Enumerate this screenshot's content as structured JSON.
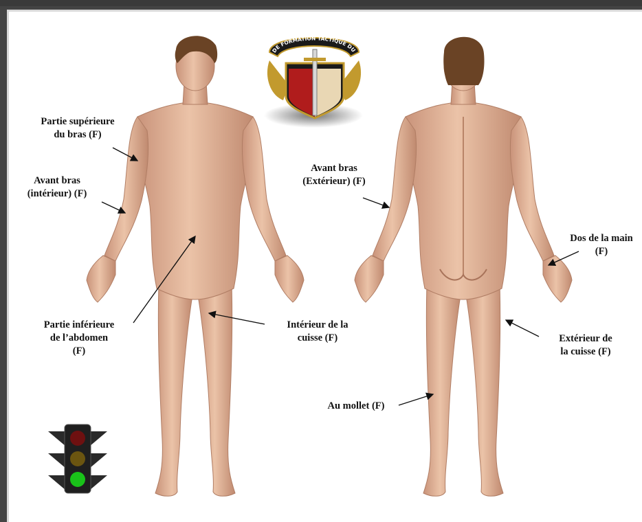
{
  "logo": {
    "ring_text": "CENTRE DE FORMATION TACTIQUE DU QUÉBEC"
  },
  "labels": {
    "upper_arm": [
      "Partie supérieure",
      "du bras (F)"
    ],
    "forearm_inner": [
      "Avant bras",
      "(intérieur) (F)"
    ],
    "lower_abdomen": [
      "Partie inférieure",
      "de l’abdomen",
      "(F)"
    ],
    "inner_thigh": [
      "Intérieur de la",
      "cuisse (F)"
    ],
    "forearm_outer": [
      "Avant bras",
      "(Extérieur) (F)"
    ],
    "back_of_hand": [
      "Dos de la main",
      "(F)"
    ],
    "outer_thigh": [
      "Extérieur de",
      "la cuisse (F)"
    ],
    "calf": "Au mollet (F)"
  },
  "traffic_light": {
    "active": "green",
    "colors": {
      "red": "#6e1010",
      "amber": "#6b5510",
      "green": "#19c219"
    }
  },
  "colors": {
    "skin": "#e2b79b",
    "skin_shade": "#c48e72",
    "hair": "#6a4325"
  }
}
